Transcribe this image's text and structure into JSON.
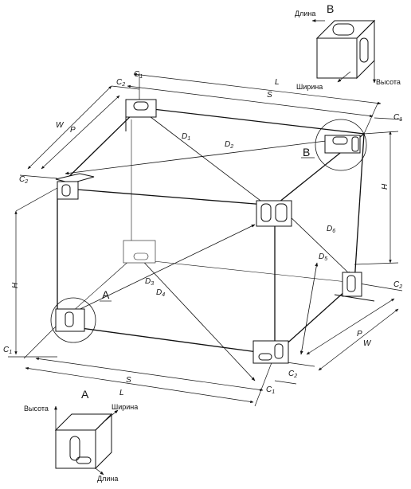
{
  "detail_b": {
    "title": "B",
    "axis_length": "Длина",
    "axis_width": "Ширина",
    "axis_height": "Высота"
  },
  "detail_a": {
    "title": "A",
    "axis_length": "Длина",
    "axis_width": "Ширина",
    "axis_height": "Высота"
  },
  "callouts": {
    "a": "A",
    "b": "B"
  },
  "dims": {
    "L": "L",
    "S": "S",
    "W": "W",
    "P": "P",
    "H": "H",
    "C": "C",
    "sub1": "1",
    "sub2": "2",
    "D": "D",
    "d1": "1",
    "d2": "2",
    "d3": "3",
    "d4": "4",
    "d5": "5",
    "d6": "6"
  }
}
